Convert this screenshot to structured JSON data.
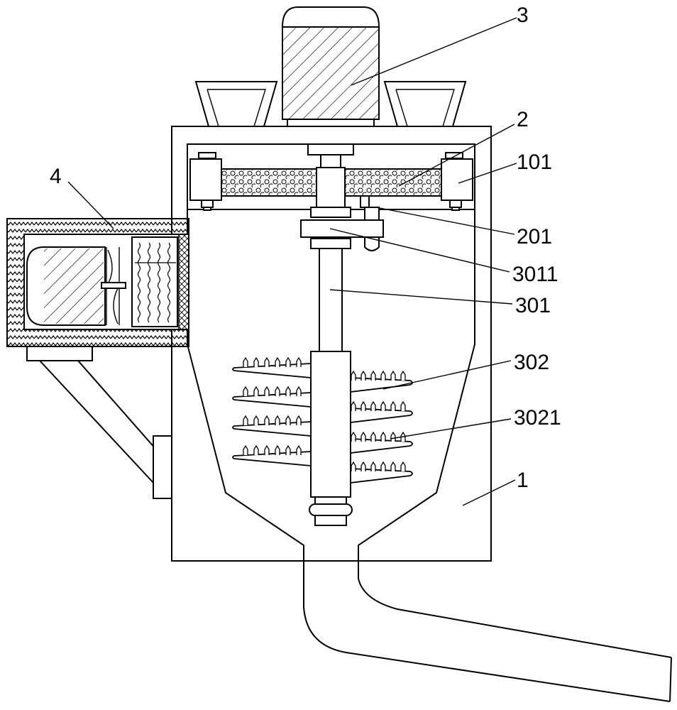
{
  "diagram": {
    "callouts": [
      {
        "id": "c3",
        "text": "3"
      },
      {
        "id": "c2",
        "text": "2"
      },
      {
        "id": "c101",
        "text": "101"
      },
      {
        "id": "c4",
        "text": "4"
      },
      {
        "id": "c201",
        "text": "201"
      },
      {
        "id": "c3011",
        "text": "3011"
      },
      {
        "id": "c301",
        "text": "301"
      },
      {
        "id": "c302",
        "text": "302"
      },
      {
        "id": "c3021",
        "text": "3021"
      },
      {
        "id": "c1",
        "text": "1"
      }
    ],
    "line_color": "#000000",
    "background": "#ffffff"
  }
}
